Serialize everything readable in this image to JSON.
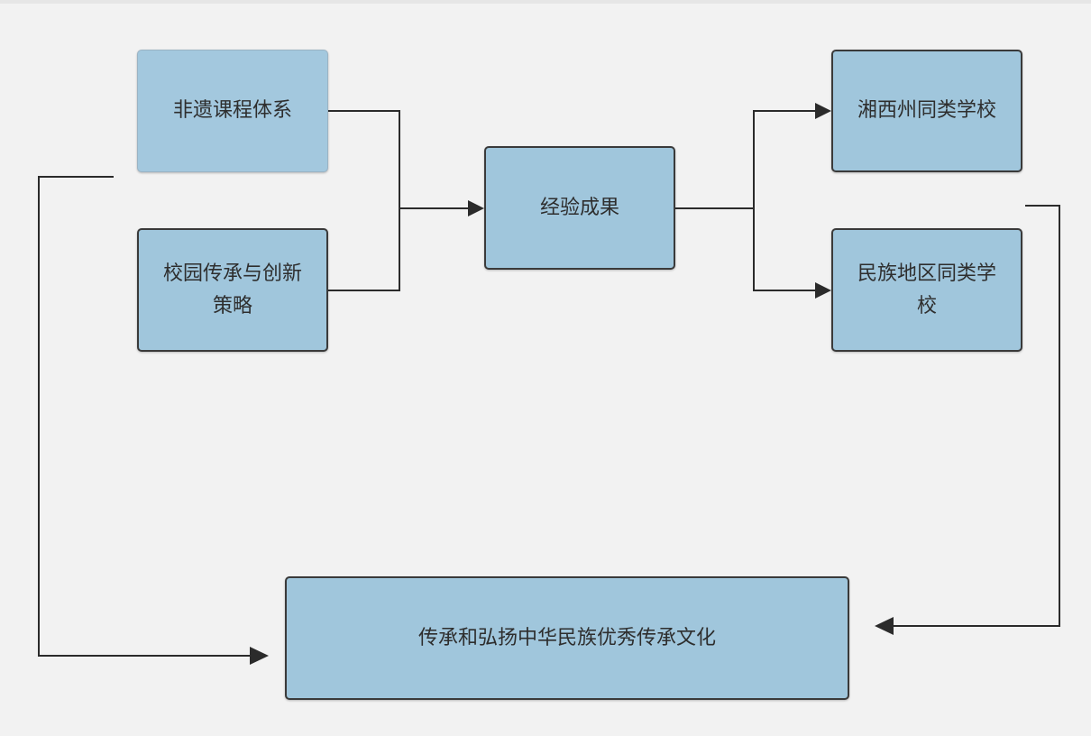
{
  "nodes": {
    "feiyi": "非遗课程体系",
    "xiaoyuan_line1": "校园传承与创新",
    "xiaoyuan_line2": "策略",
    "jingyan": "经验成果",
    "xiangxi": "湘西州同类学校",
    "minzu_line1": "民族地区同类学",
    "minzu_line2": "校",
    "chuancheng": "传承和弘扬中华民族优秀传承文化"
  },
  "colors": {
    "node_fill": "#a0c6dc",
    "node_border": "#3a3a3a",
    "connector": "#2b2b2b",
    "background": "#f2f2f2"
  }
}
